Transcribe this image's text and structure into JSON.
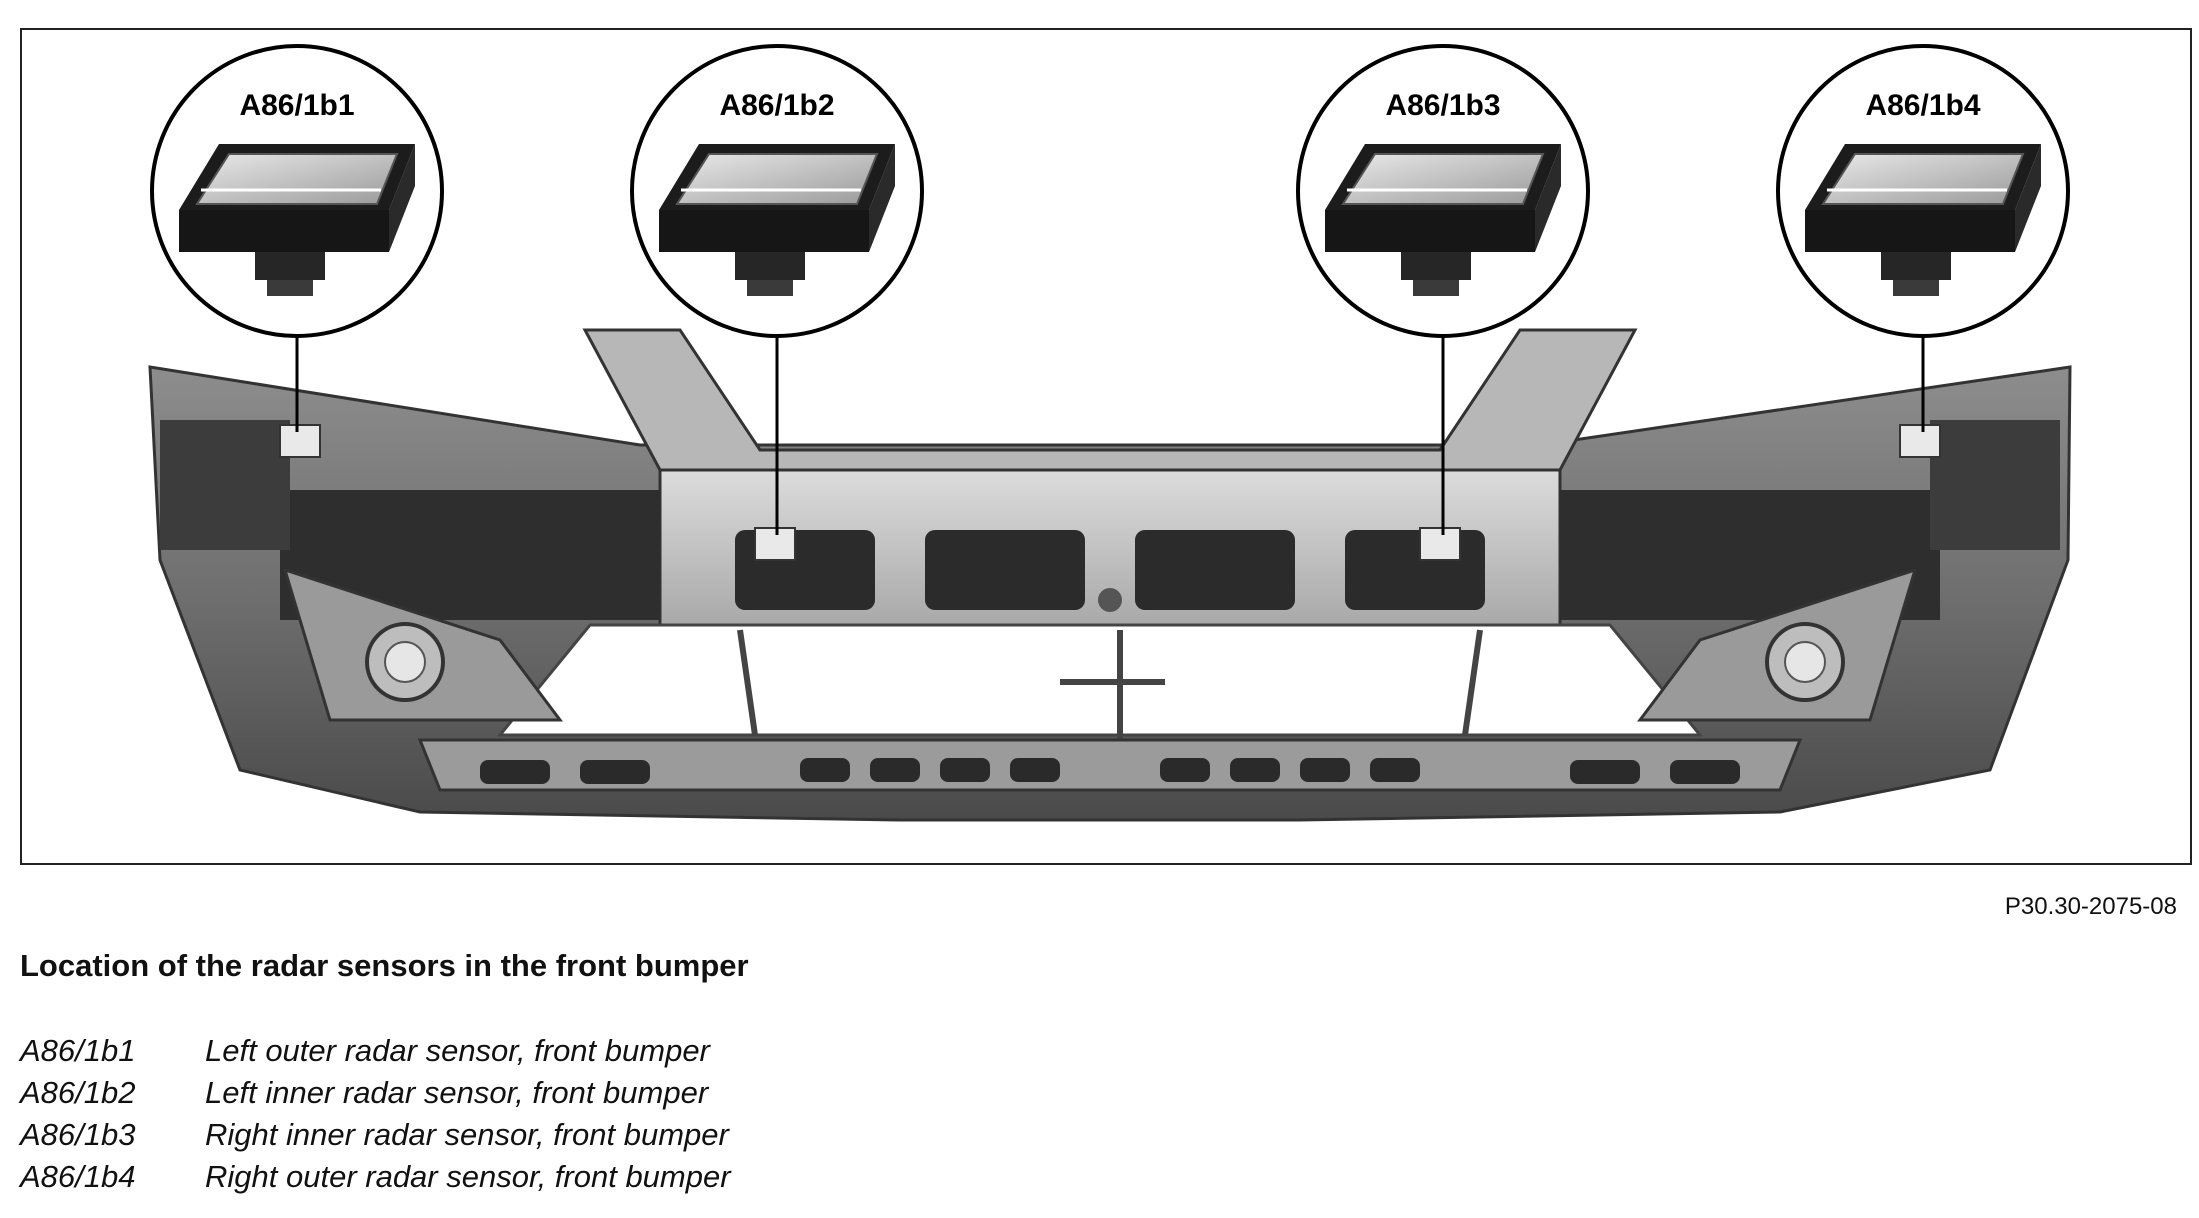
{
  "figure": {
    "code": "P30.30-2075-08",
    "callouts": [
      {
        "id": "A86/1b1"
      },
      {
        "id": "A86/1b2"
      },
      {
        "id": "A86/1b3"
      },
      {
        "id": "A86/1b4"
      }
    ]
  },
  "caption": {
    "title": "Location of the radar sensors in the front bumper",
    "legend": [
      {
        "code": "A86/1b1",
        "text": "Left outer radar sensor, front bumper"
      },
      {
        "code": "A86/1b2",
        "text": "Left inner radar sensor, front bumper"
      },
      {
        "code": "A86/1b3",
        "text": "Right inner radar sensor, front bumper"
      },
      {
        "code": "A86/1b4",
        "text": "Right outer radar sensor, front bumper"
      }
    ]
  }
}
